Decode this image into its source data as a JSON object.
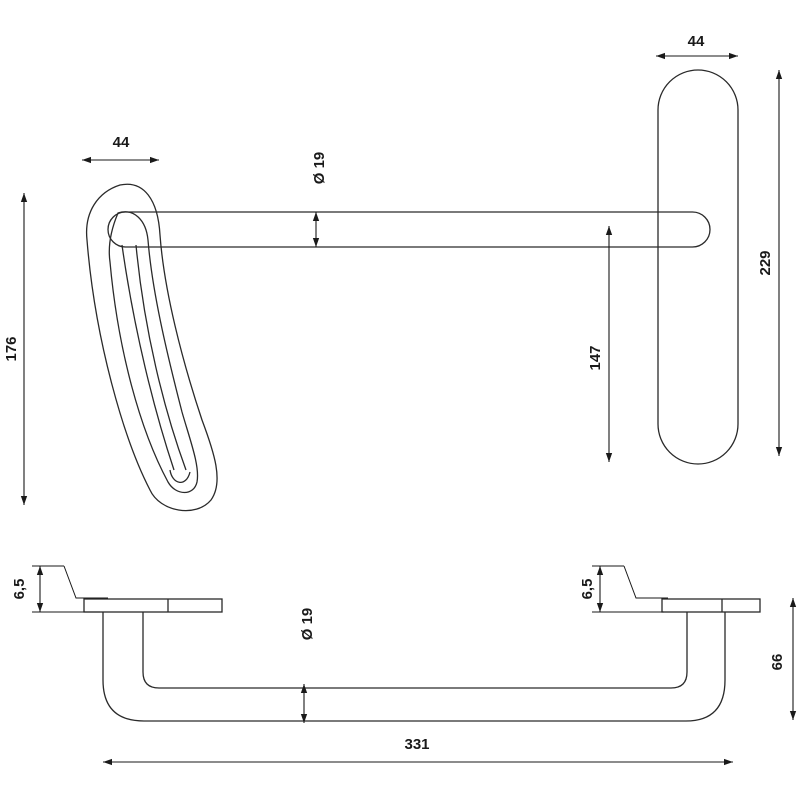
{
  "dimensions": {
    "top_view": {
      "rosette_left_width": "44",
      "rosette_right_width": "44",
      "bar_diameter": "Ø 19",
      "rosette_left_height": "176",
      "handle_projection": "147",
      "rosette_right_height": "229"
    },
    "side_view": {
      "plate_thickness_left": "6,5",
      "plate_thickness_right": "6,5",
      "bar_diameter": "Ø 19",
      "projection": "66",
      "overall_length": "331"
    }
  },
  "colors": {
    "line": "#2a2a2a",
    "text": "#1a1a1a",
    "background": "#ffffff"
  }
}
